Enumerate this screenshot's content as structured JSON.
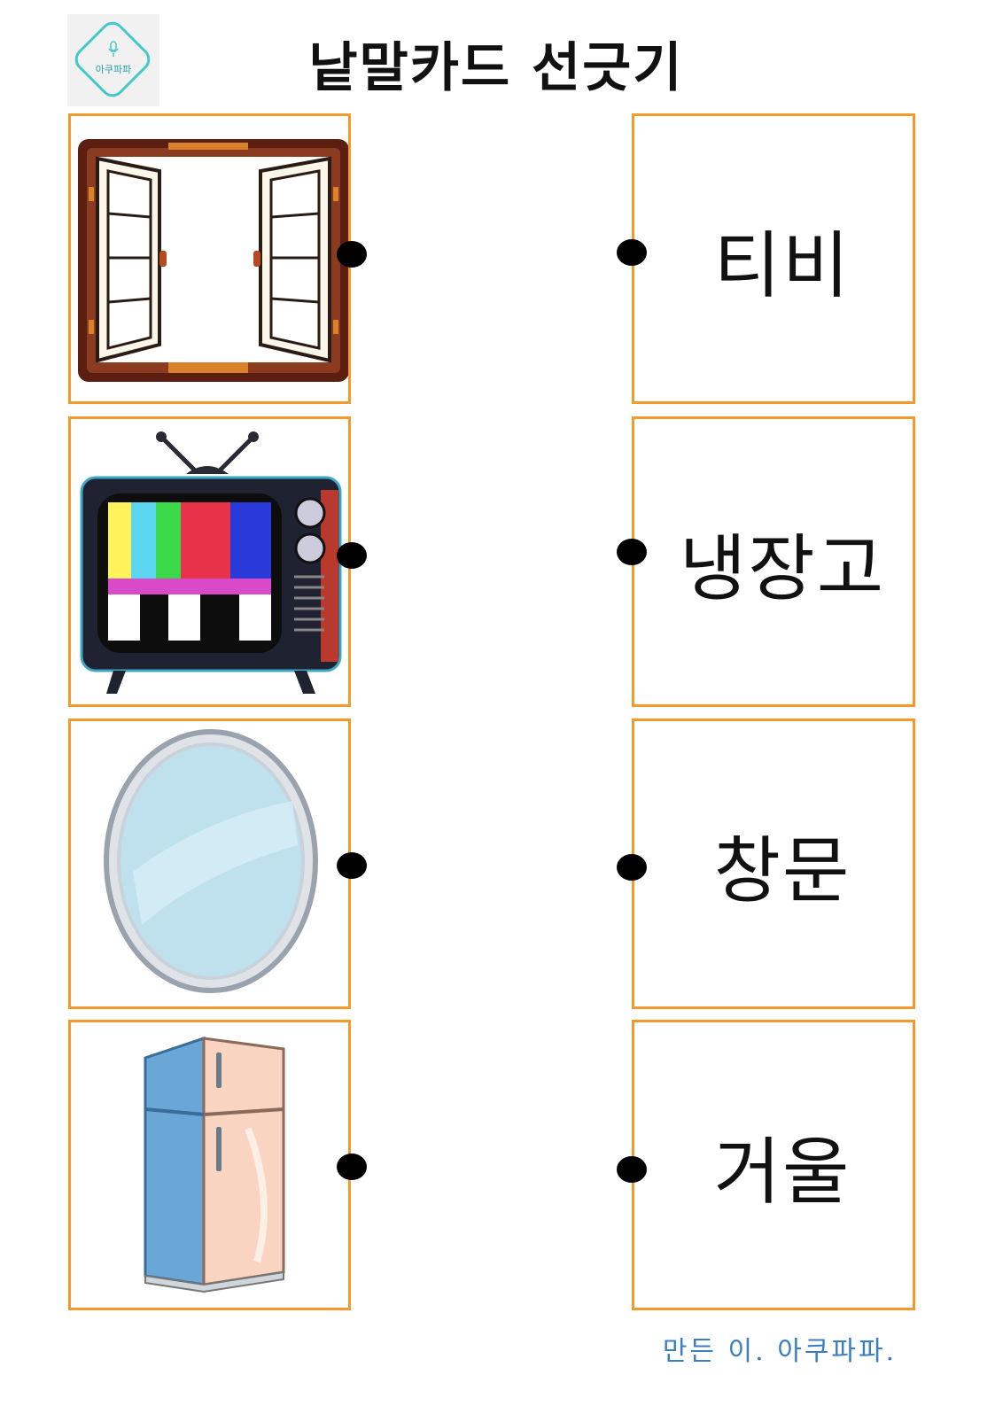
{
  "header": {
    "title": "낱말카드 선긋기",
    "logo_text": "아쿠파파"
  },
  "cards_left": [
    {
      "icon": "window-icon"
    },
    {
      "icon": "tv-icon"
    },
    {
      "icon": "mirror-icon"
    },
    {
      "icon": "refrigerator-icon"
    }
  ],
  "cards_right": [
    {
      "label": "티비"
    },
    {
      "label": "냉장고"
    },
    {
      "label": "창문"
    },
    {
      "label": "거울"
    }
  ],
  "footer": {
    "credit": "만든 이. 아쿠파파."
  },
  "colors": {
    "card_border": "#f59a2a",
    "logo_accent": "#45c8c8",
    "footer_text": "#3b7fc0"
  }
}
